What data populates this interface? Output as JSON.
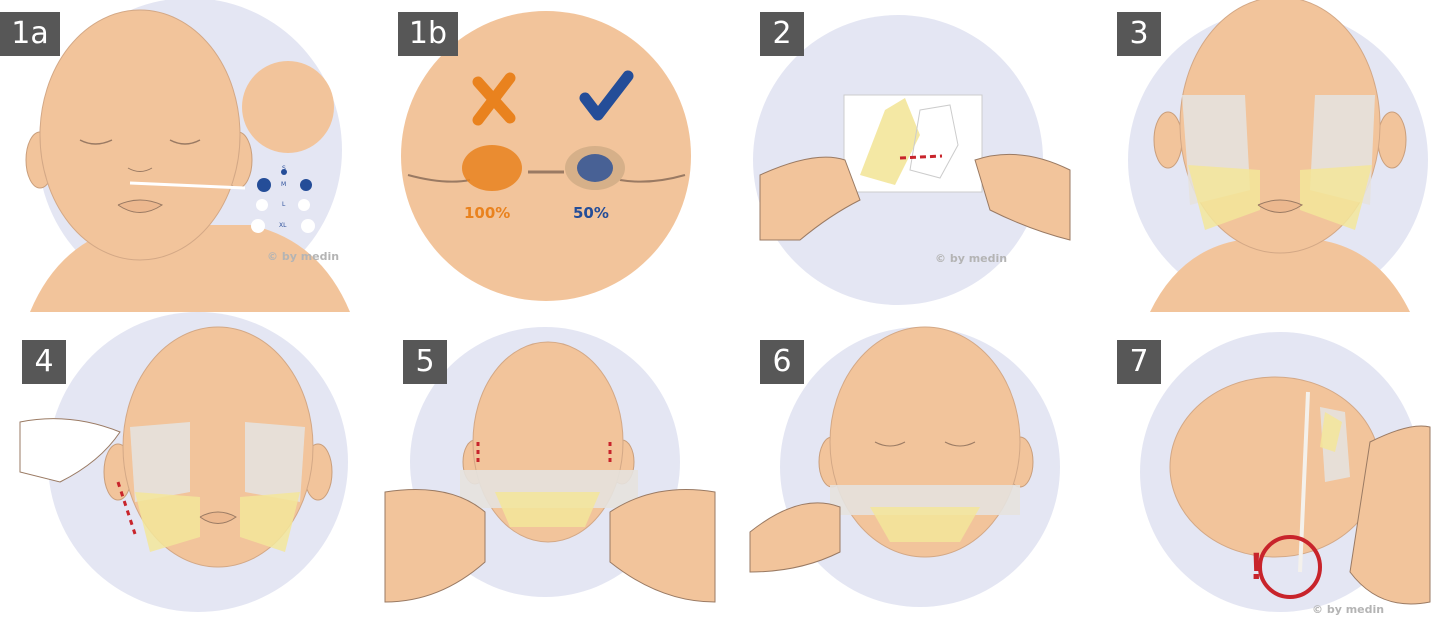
{
  "steps": [
    "1a",
    "1b",
    "2",
    "3",
    "4",
    "5",
    "6",
    "7"
  ],
  "copyright_text": "© by medin",
  "percentages": {
    "wrong": "100%",
    "right": "50%"
  },
  "size_labels": [
    "S",
    "M",
    "L",
    "XL"
  ],
  "alert_mark": "!",
  "colors": {
    "skin": "#f2c49b",
    "background_circle": "#e4e6f3",
    "step_label": "#575757",
    "wrong": "#e9821e",
    "right": "#244d98",
    "alert": "#c8242b"
  }
}
